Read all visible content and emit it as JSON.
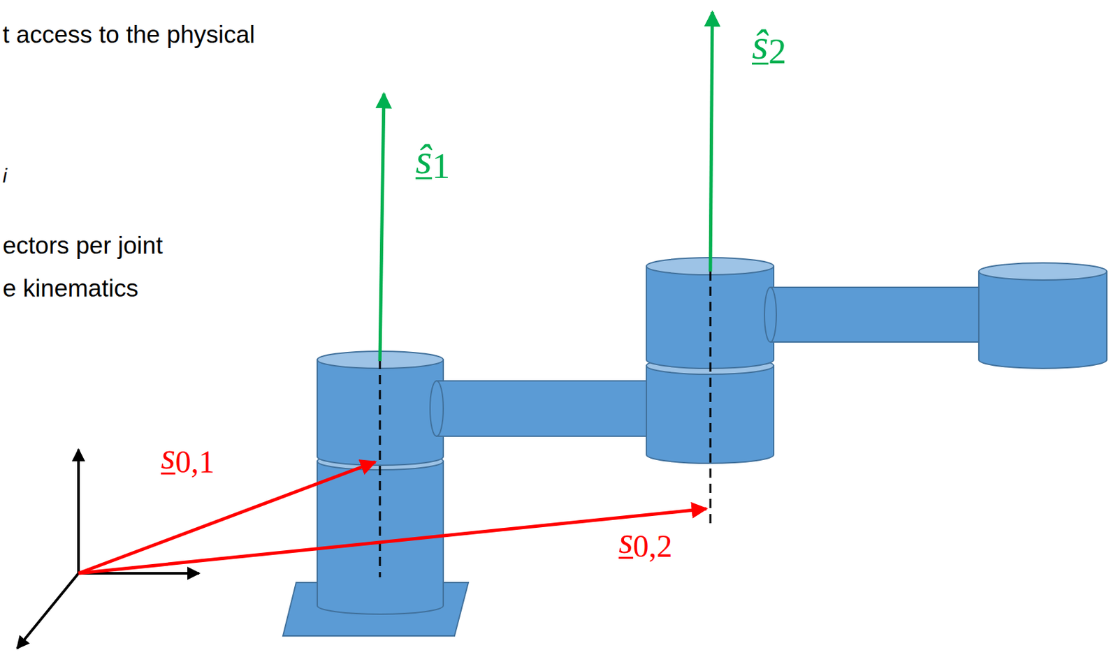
{
  "diagram": {
    "labels": [
      "t access to the physical",
      "i",
      "ectors per joint",
      "e kinematics",
      "ŝ2",
      "ŝ1",
      "s0,1",
      "s0,2"
    ]
  }
}
